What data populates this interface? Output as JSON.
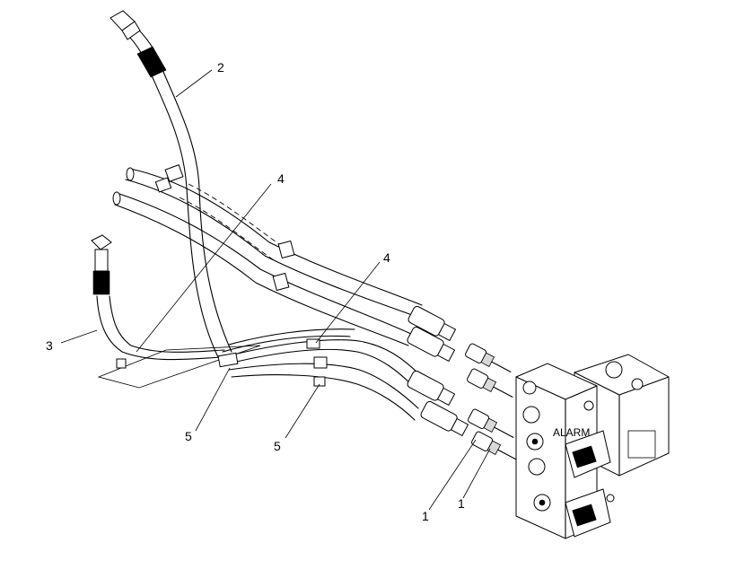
{
  "callouts": {
    "c1a": "1",
    "c1b": "1",
    "c2": "2",
    "c3": "3",
    "c4a": "4",
    "c4b": "4",
    "c5a": "5",
    "c5b": "5"
  },
  "module_label": "ALARM",
  "colors": {
    "line": "#000000",
    "background": "#ffffff"
  }
}
